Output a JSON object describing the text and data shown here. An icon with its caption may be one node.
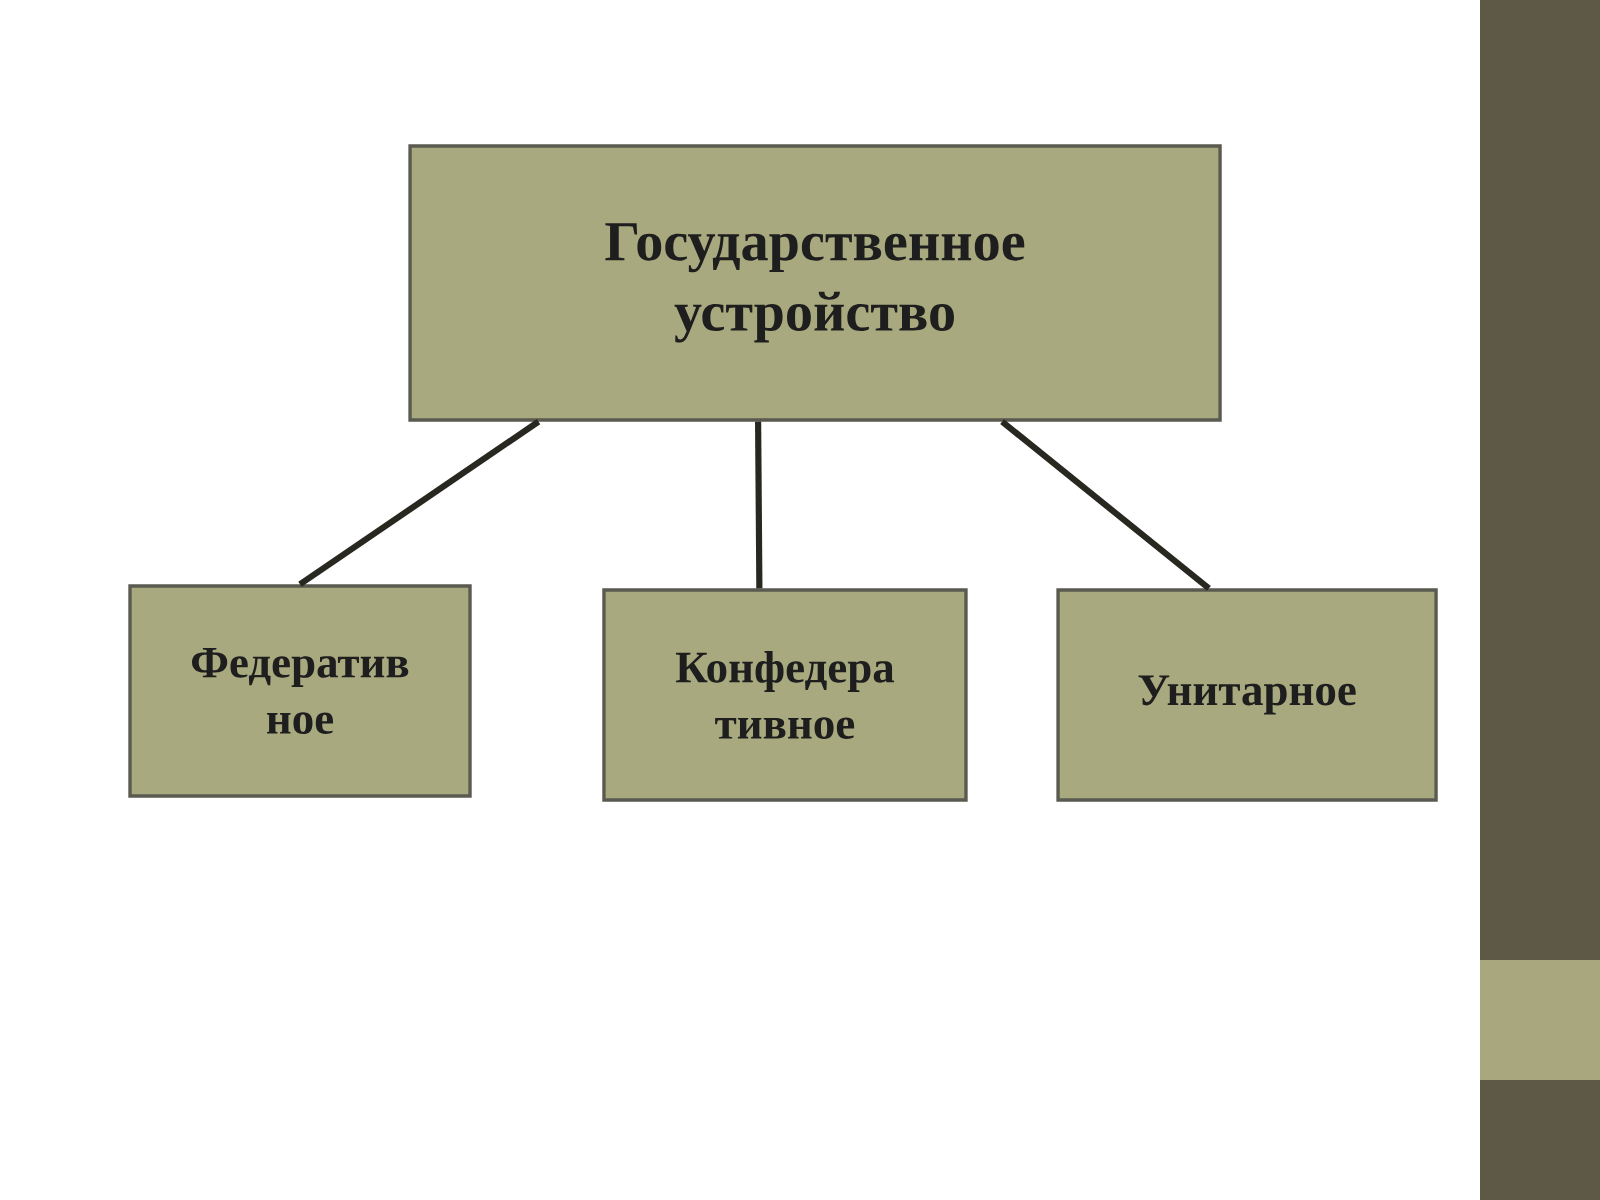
{
  "diagram": {
    "nodes": [
      {
        "text": [
          "Государственное устройство"
        ]
      },
      {
        "text": [
          "Федератив ное"
        ]
      },
      {
        "text": [
          "Конфедера тивное"
        ]
      },
      {
        "text": [
          "Унитарное"
        ]
      }
    ],
    "edges": [
      {
        "from": 0,
        "to": 1,
        "arrow": "none"
      },
      {
        "from": 0,
        "to": 2,
        "arrow": "none"
      },
      {
        "from": 0,
        "to": 3,
        "arrow": "none"
      }
    ]
  }
}
